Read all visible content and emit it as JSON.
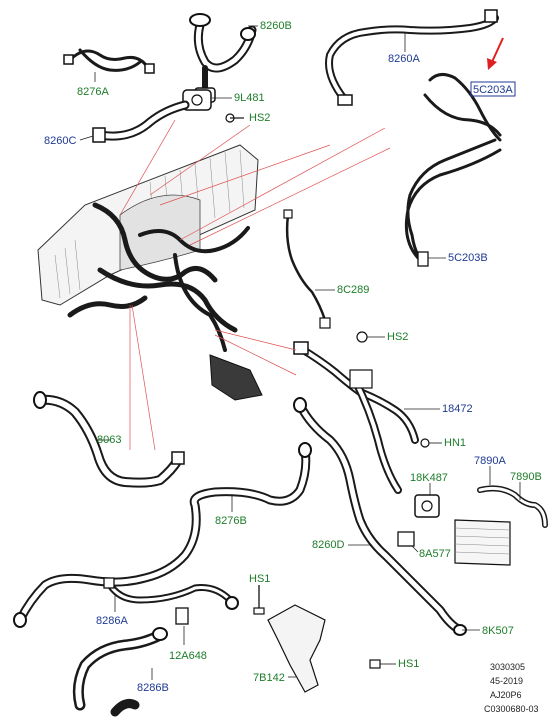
{
  "diagram": {
    "callouts": {
      "c8260B": "8260B",
      "c8276A": "8276A",
      "c9L481": "9L481",
      "cHS2_top": "HS2",
      "c8260C": "8260C",
      "c8260A": "8260A",
      "c5C203A": "5C203A",
      "c5C203B": "5C203B",
      "c8C289": "8C289",
      "cHS2_mid": "HS2",
      "c18472": "18472",
      "cHN1": "HN1",
      "c8063": "8063",
      "c7890A": "7890A",
      "c7890B": "7890B",
      "c18K487": "18K487",
      "c8276B": "8276B",
      "c8260D": "8260D",
      "c8A577": "8A577",
      "cHS1_a": "HS1",
      "c8286A": "8286A",
      "c8K507": "8K507",
      "c12A648": "12A648",
      "c8286B": "8286B",
      "c7B142": "7B142",
      "cHS1_b": "HS1"
    },
    "reference": {
      "line1": "3030305",
      "line2": "45-2019",
      "line3": "AJ20P6",
      "line4": "C0300680-03"
    },
    "colors": {
      "part_label": "#1e7d2a",
      "assembly_label": "#1f3a93",
      "highlight_arrow": "#e02020",
      "leader_red": "#e05050"
    }
  }
}
